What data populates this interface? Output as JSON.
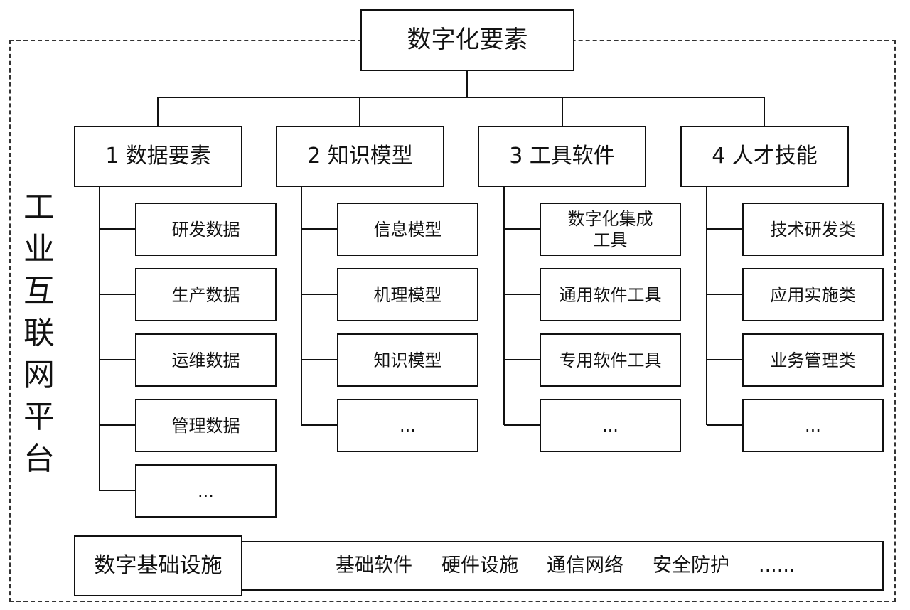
{
  "root": {
    "label": "数字化要素"
  },
  "side_label": [
    "工",
    "业",
    "互",
    "联",
    "网",
    "平",
    "台"
  ],
  "categories": [
    {
      "label": "1 数据要素",
      "items": [
        "研发数据",
        "生产数据",
        "运维数据",
        "管理数据",
        "..."
      ]
    },
    {
      "label": "2 知识模型",
      "items": [
        "信息模型",
        "机理模型",
        "知识模型",
        "..."
      ]
    },
    {
      "label": "3 工具软件",
      "items": [
        "数字化集成\n工具",
        "通用软件工具",
        "专用软件工具",
        "..."
      ]
    },
    {
      "label": "4 人才技能",
      "items": [
        "技术研发类",
        "应用实施类",
        "业务管理类",
        "..."
      ]
    }
  ],
  "infrastructure": {
    "label": "数字基础设施",
    "items": [
      "基础软件",
      "硬件设施",
      "通信网络",
      "安全防护",
      "......"
    ]
  }
}
